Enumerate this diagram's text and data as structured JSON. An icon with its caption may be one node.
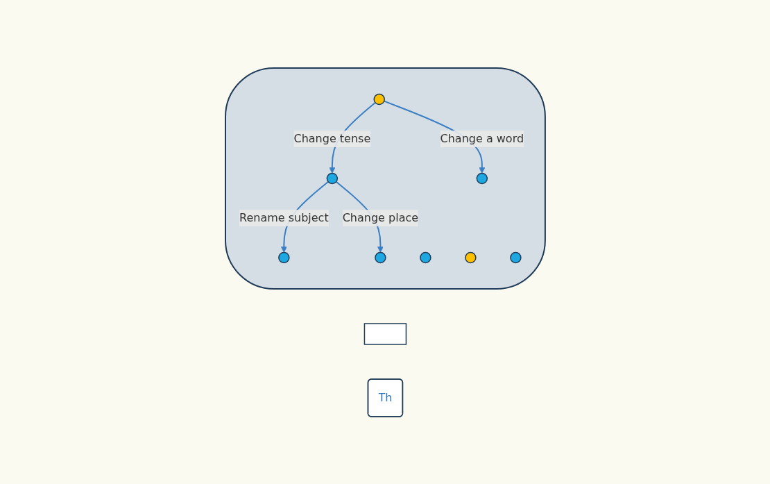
{
  "diagram": {
    "nodes": [
      {
        "text": [],
        "shape": "cloud"
      },
      {
        "text": [],
        "shape": "circle",
        "in": 0
      },
      {
        "text": [],
        "shape": "circle",
        "in": 0
      },
      {
        "text": [],
        "shape": "circle",
        "in": 0
      },
      {
        "text": [],
        "shape": "circle",
        "in": 0
      },
      {
        "text": [],
        "shape": "circle",
        "in": 0
      },
      {
        "text": [],
        "shape": "circle",
        "in": 0
      },
      {
        "text": [],
        "shape": "circle",
        "in": 0
      },
      {
        "text": [],
        "shape": "circle",
        "in": 0
      },
      {
        "text": [],
        "shape": "box"
      },
      {
        "text": [
          "Th"
        ]
      }
    ],
    "edges": [
      {
        "from": 1,
        "to": 2,
        "arrow": "to",
        "label": "Change tense"
      },
      {
        "from": 2,
        "to": 3,
        "arrow": "to",
        "label": "Rename subject"
      },
      {
        "from": 1,
        "to": 4,
        "arrow": "to",
        "label": "Change a word"
      },
      {
        "from": 2,
        "to": 5,
        "arrow": "to",
        "label": "Change place"
      }
    ]
  }
}
